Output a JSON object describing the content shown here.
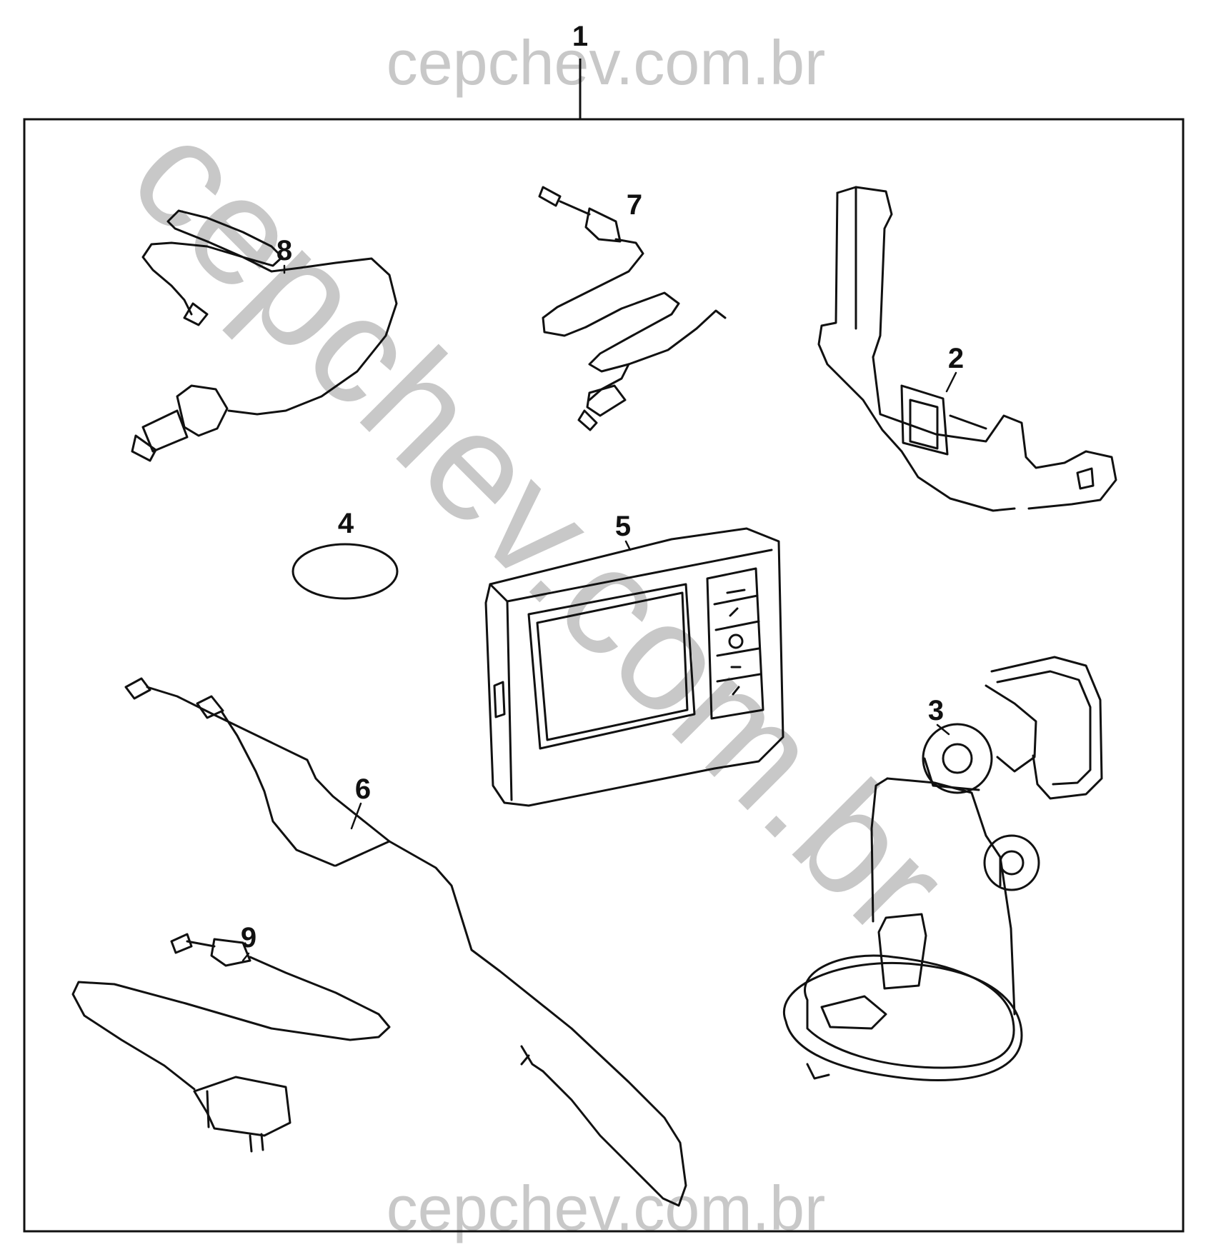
{
  "diagram": {
    "callouts": [
      {
        "id": "1",
        "label": "1"
      },
      {
        "id": "2",
        "label": "2"
      },
      {
        "id": "3",
        "label": "3"
      },
      {
        "id": "4",
        "label": "4"
      },
      {
        "id": "5",
        "label": "5"
      },
      {
        "id": "6",
        "label": "6"
      },
      {
        "id": "7",
        "label": "7"
      },
      {
        "id": "8",
        "label": "8"
      },
      {
        "id": "9",
        "label": "9"
      }
    ]
  },
  "watermark": {
    "top": "cepchev.com.br",
    "diagonal": "cepchev.com.br",
    "bottom": "cepchev.com.br",
    "color": "#c8c8c8"
  },
  "colors": {
    "line": "#111111",
    "watermark": "#c8c8c8"
  }
}
